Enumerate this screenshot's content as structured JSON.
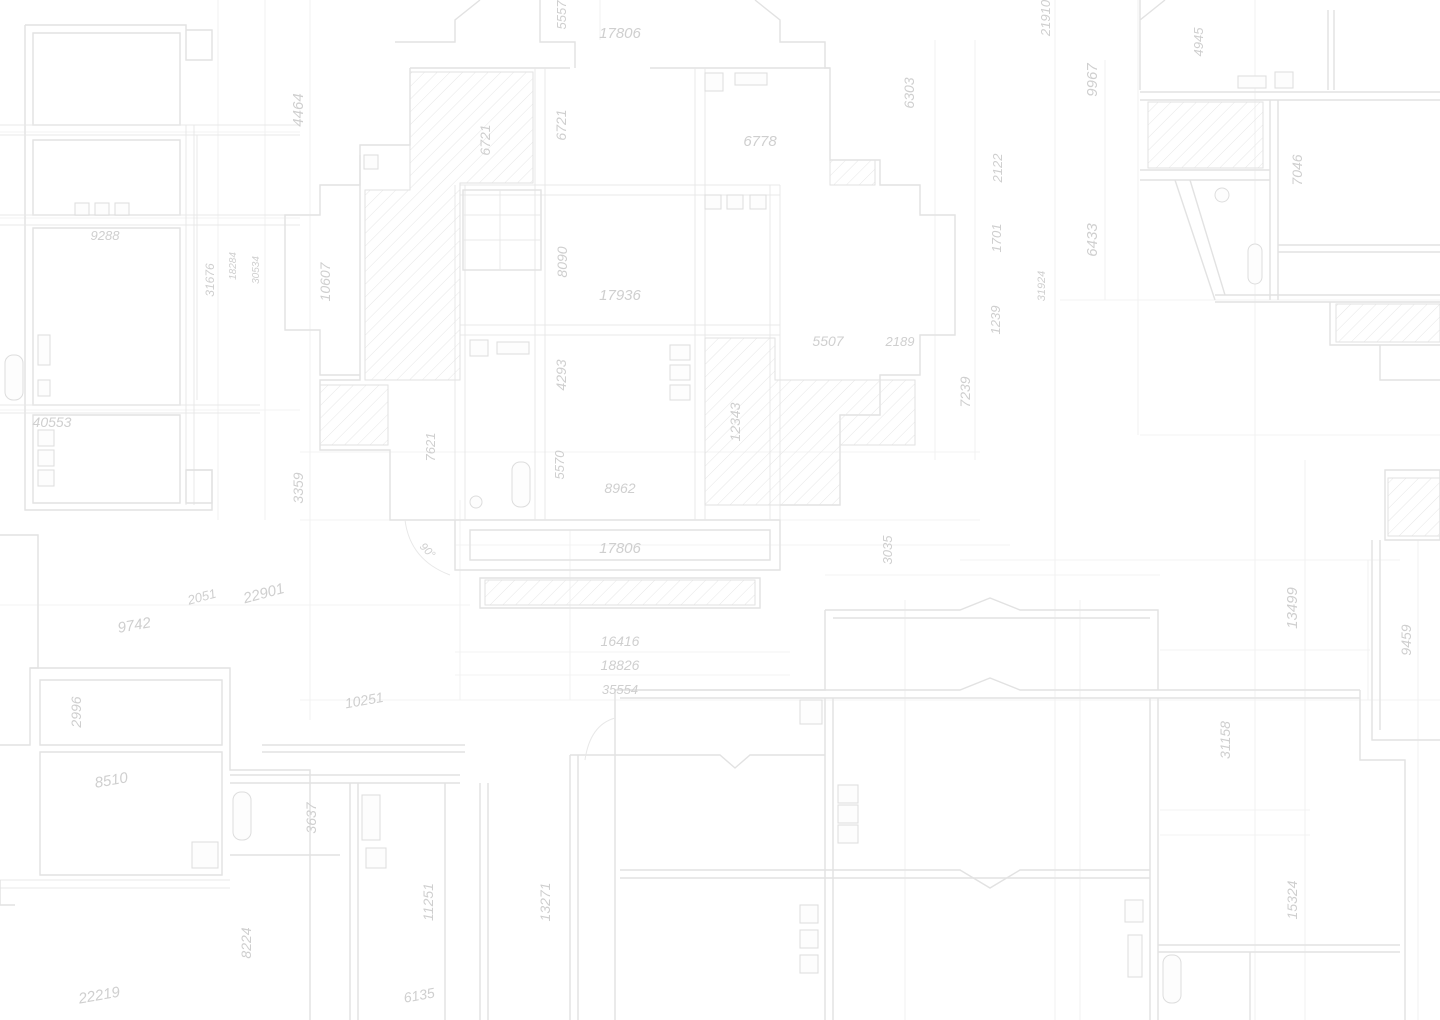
{
  "background_color": "#ffffff",
  "line_color": "#e2e2e2",
  "text_color": "#cfcfcf",
  "dimension_labels": [
    "17806",
    "5557",
    "21910",
    "4945",
    "4464",
    "6721",
    "6721",
    "6303",
    "9967",
    "6778",
    "7046",
    "9288",
    "2122",
    "8090",
    "10607",
    "31676",
    "18284",
    "30534",
    "1701",
    "6433",
    "31924",
    "17936",
    "5507",
    "2189",
    "1239",
    "4293",
    "7239",
    "40553",
    "7621",
    "12343",
    "5570",
    "8962",
    "3359",
    "90°",
    "17806",
    "3035",
    "13499",
    "9459",
    "2051",
    "22901",
    "9742",
    "16416",
    "18826",
    "35554",
    "10251",
    "2996",
    "8510",
    "31158",
    "3637",
    "15324",
    "13271",
    "11251",
    "8224",
    "22219",
    "6135"
  ]
}
